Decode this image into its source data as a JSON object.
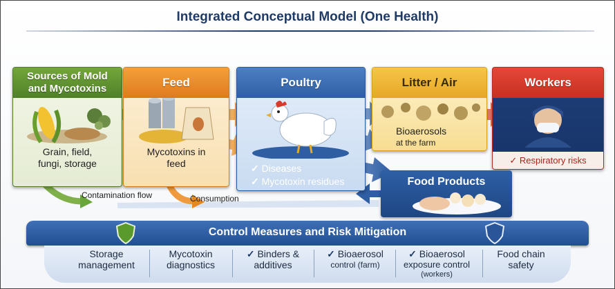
{
  "title": "Integrated Conceptual Model (One Health)",
  "stages": {
    "sources": {
      "title_line1": "Sources of Mold",
      "title_line2": "and Mycotoxins",
      "body_line1": "Grain, field,",
      "body_line2": "fungi, storage"
    },
    "feed": {
      "title": "Feed",
      "body_line1": "Mycotoxins in",
      "body_line2": "feed"
    },
    "poultry": {
      "title": "Poultry",
      "items": [
        "Diseases",
        "Mycotoxin residues"
      ]
    },
    "litter": {
      "title": "Litter / Air",
      "body_line1": "Bioaerosols",
      "body_line2": "at the farm"
    },
    "workers": {
      "title": "Workers",
      "item": "Respiratory risks"
    },
    "food": {
      "title": "Food Products"
    }
  },
  "flows": {
    "contamination": "Contamination flow",
    "consumption": "Consumption"
  },
  "control": {
    "title": "Control Measures and Risk Mitigation",
    "measures": [
      {
        "line1": "Storage",
        "line2": "management"
      },
      {
        "line1": "Mycotoxin",
        "line2": "diagnostics"
      },
      {
        "line1": "Binders &",
        "line2": "additives"
      },
      {
        "line1": "Bioaerosol",
        "line2": "control (farm)"
      },
      {
        "line1": "Bioaerosol",
        "line2": "exposure control",
        "line3": "(workers)"
      },
      {
        "line1": "Food chain",
        "line2": "safety"
      }
    ]
  },
  "colors": {
    "title": "#1f3a64",
    "sources": "#5a8a2e",
    "feed": "#e8871f",
    "poultry": "#2f5ea3",
    "litter": "#e9ad2c",
    "workers": "#d23a2c",
    "control": "#2a5598"
  }
}
